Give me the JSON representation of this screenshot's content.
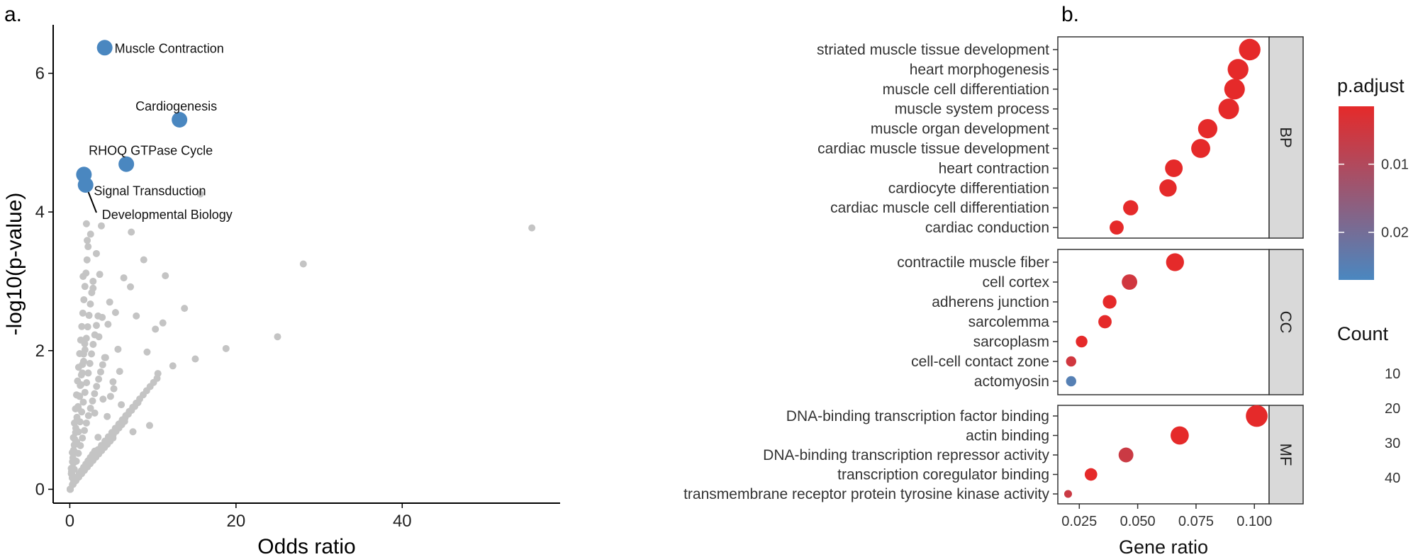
{
  "panels": {
    "a": "a.",
    "b": "b."
  },
  "chart_data": [
    {
      "type": "scatter",
      "xlabel": "Odds ratio",
      "ylabel": "-log10(p-value)",
      "xlim": [
        -2,
        59
      ],
      "ylim": [
        -0.2,
        6.7
      ],
      "xticks": [
        0,
        20,
        40
      ],
      "yticks": [
        0,
        2,
        4,
        6
      ],
      "grid": false,
      "colors": {
        "highlight": "#4a87c0",
        "background": "#c4c4c4"
      },
      "highlighted": [
        {
          "label": "Muscle Contraction",
          "x": 4.2,
          "y": 6.37
        },
        {
          "label": "Cardiogenesis",
          "x": 13.2,
          "y": 5.33
        },
        {
          "label": "RHOQ GTPase Cycle",
          "x": 6.8,
          "y": 4.69
        },
        {
          "label": "Signal Transduction",
          "x": 1.7,
          "y": 4.54
        },
        {
          "label": "Developmental Biology",
          "x": 1.9,
          "y": 4.39
        }
      ],
      "background_points": [
        [
          15.7,
          4.26
        ],
        [
          55.6,
          3.77
        ],
        [
          28.1,
          3.25
        ],
        [
          25.0,
          2.2
        ],
        [
          18.8,
          2.03
        ],
        [
          15.1,
          1.88
        ],
        [
          12.4,
          1.78
        ],
        [
          10.6,
          1.67
        ],
        [
          9.6,
          0.92
        ],
        [
          7.6,
          0.83
        ],
        [
          8.9,
          3.31
        ],
        [
          11.5,
          3.08
        ],
        [
          13.8,
          2.61
        ],
        [
          11.2,
          2.4
        ],
        [
          10.3,
          2.31
        ],
        [
          9.3,
          1.98
        ],
        [
          7.4,
          3.71
        ],
        [
          6.5,
          3.05
        ],
        [
          7.3,
          2.92
        ],
        [
          8.0,
          2.5
        ],
        [
          2.0,
          3.83
        ],
        [
          3.8,
          3.8
        ],
        [
          2.5,
          3.68
        ],
        [
          2.1,
          3.59
        ],
        [
          3.2,
          3.4
        ],
        [
          3.6,
          3.1
        ],
        [
          1.6,
          3.07
        ],
        [
          2.8,
          2.9
        ],
        [
          4.8,
          2.7
        ],
        [
          5.5,
          2.55
        ],
        [
          3.9,
          2.48
        ],
        [
          4.6,
          2.38
        ],
        [
          3.5,
          2.2
        ],
        [
          5.8,
          2.02
        ],
        [
          4.3,
          1.9
        ],
        [
          6.0,
          1.7
        ],
        [
          5.2,
          1.55
        ],
        [
          4.0,
          1.3
        ],
        [
          6.2,
          1.22
        ],
        [
          3.0,
          1.1
        ],
        [
          5.3,
          1.45
        ],
        [
          4.5,
          1.05
        ],
        [
          4.9,
          1.34
        ],
        [
          3.4,
          0.75
        ]
      ],
      "curves": [
        {
          "xmax": 10.5,
          "ymax": 1.6,
          "n": 26
        },
        {
          "xmax": 8.2,
          "ymax": 1.25,
          "n": 22
        },
        {
          "xmax": 6.6,
          "ymax": 0.98,
          "n": 20
        },
        {
          "xmax": 5.2,
          "ymax": 0.74,
          "n": 16
        },
        {
          "xmax": 4.2,
          "ymax": 1.9,
          "n": 18
        },
        {
          "xmax": 3.4,
          "ymax": 2.5,
          "n": 18
        },
        {
          "xmax": 2.8,
          "ymax": 3.0,
          "n": 18
        },
        {
          "xmax": 2.2,
          "ymax": 3.5,
          "n": 18
        },
        {
          "xmax": 1.8,
          "ymax": 2.1,
          "n": 14
        },
        {
          "xmax": 3.0,
          "ymax": 0.55,
          "n": 12
        }
      ]
    },
    {
      "type": "scatter",
      "xlabel": "Gene ratio",
      "xlim": [
        0.0158,
        0.1063
      ],
      "xticks": [
        0.025,
        0.05,
        0.075,
        0.1
      ],
      "xtick_labels": [
        "0.025",
        "0.050",
        "0.075",
        "0.100"
      ],
      "grid": false,
      "facets": [
        {
          "name": "BP",
          "terms": [
            {
              "term": "striated muscle tissue development",
              "gene_ratio": 0.098,
              "count": 44,
              "p_adjust": 0.0015
            },
            {
              "term": "heart morphogenesis",
              "gene_ratio": 0.093,
              "count": 41,
              "p_adjust": 0.0015
            },
            {
              "term": "muscle cell differentiation",
              "gene_ratio": 0.0915,
              "count": 40,
              "p_adjust": 0.0015
            },
            {
              "term": "muscle system process",
              "gene_ratio": 0.089,
              "count": 40,
              "p_adjust": 0.0015
            },
            {
              "term": "muscle organ development",
              "gene_ratio": 0.08,
              "count": 35,
              "p_adjust": 0.0015
            },
            {
              "term": "cardiac muscle tissue development",
              "gene_ratio": 0.077,
              "count": 34,
              "p_adjust": 0.0015
            },
            {
              "term": "heart contraction",
              "gene_ratio": 0.0655,
              "count": 29,
              "p_adjust": 0.0015
            },
            {
              "term": "cardiocyte differentiation",
              "gene_ratio": 0.063,
              "count": 28,
              "p_adjust": 0.0015
            },
            {
              "term": "cardiac muscle cell differentiation",
              "gene_ratio": 0.047,
              "count": 21,
              "p_adjust": 0.0015
            },
            {
              "term": "cardiac conduction",
              "gene_ratio": 0.041,
              "count": 18,
              "p_adjust": 0.0015
            }
          ]
        },
        {
          "name": "CC",
          "terms": [
            {
              "term": "contractile muscle fiber",
              "gene_ratio": 0.066,
              "count": 30,
              "p_adjust": 0.0015
            },
            {
              "term": "cell cortex",
              "gene_ratio": 0.0465,
              "count": 22,
              "p_adjust": 0.005
            },
            {
              "term": "adherens junction",
              "gene_ratio": 0.038,
              "count": 17,
              "p_adjust": 0.0015
            },
            {
              "term": "sarcolemma",
              "gene_ratio": 0.036,
              "count": 16,
              "p_adjust": 0.0015
            },
            {
              "term": "sarcoplasm",
              "gene_ratio": 0.026,
              "count": 12,
              "p_adjust": 0.0015
            },
            {
              "term": "cell-cell contact zone",
              "gene_ratio": 0.0215,
              "count": 9,
              "p_adjust": 0.005
            },
            {
              "term": "actomyosin",
              "gene_ratio": 0.0215,
              "count": 9,
              "p_adjust": 0.025
            }
          ]
        },
        {
          "name": "MF",
          "terms": [
            {
              "term": "DNA-binding transcription factor binding",
              "gene_ratio": 0.101,
              "count": 45,
              "p_adjust": 0.0015
            },
            {
              "term": "actin binding",
              "gene_ratio": 0.068,
              "count": 31,
              "p_adjust": 0.0015
            },
            {
              "term": "DNA-binding transcription repressor activity",
              "gene_ratio": 0.045,
              "count": 20,
              "p_adjust": 0.006
            },
            {
              "term": "transcription coregulator binding",
              "gene_ratio": 0.03,
              "count": 14,
              "p_adjust": 0.0015
            },
            {
              "term": "transmembrane receptor protein tyrosine kinase activity",
              "gene_ratio": 0.0202,
              "count": 5,
              "p_adjust": 0.006
            }
          ]
        }
      ],
      "legend_color": {
        "title": "p.adjust",
        "ticks": [
          0.01,
          0.02
        ],
        "tick_labels": [
          "0.01",
          "0.02"
        ],
        "range": [
          0.0015,
          0.027
        ],
        "low_color": "#e52a2a",
        "high_color": "#4a87c0"
      },
      "legend_size": {
        "title": "Count",
        "values": [
          10,
          20,
          30,
          40
        ],
        "labels": [
          "10",
          "20",
          "30",
          "40"
        ]
      }
    }
  ]
}
